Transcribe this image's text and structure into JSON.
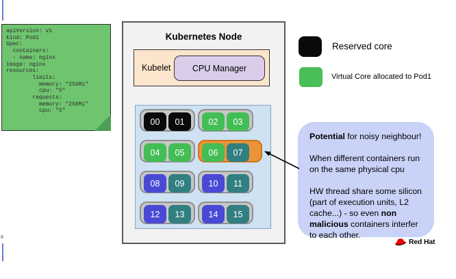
{
  "sticky_note": {
    "yaml": "apiVersion: v1\nkind: Pod1\nSpec:\n  containers:\n  - name: nginx\nimage: nginx\nresources:\n        limits:\n          memory: \"256Mi\"\n          cpu: \"5\"\n        requests:\n          memory: \"256Mi\"\n          cpu: \"5\"",
    "bg_color": "#6fc46f"
  },
  "node": {
    "title": "Kubernetes Node",
    "kubelet_label": "Kubelet",
    "cpu_manager_label": "CPU Manager"
  },
  "cpu_grid": {
    "core_colors": {
      "black": "#0a0a0a",
      "green": "#43bd55",
      "teal": "#317f81",
      "blue": "#4a49d6",
      "highlight": "#ec9339",
      "highlight_border": "#c9781f"
    },
    "rows": [
      [
        {
          "highlight": false,
          "cores": [
            {
              "id": "00",
              "color": "black"
            },
            {
              "id": "01",
              "color": "black"
            }
          ]
        },
        {
          "highlight": false,
          "cores": [
            {
              "id": "02",
              "color": "green"
            },
            {
              "id": "03",
              "color": "green"
            }
          ]
        }
      ],
      [
        {
          "highlight": false,
          "cores": [
            {
              "id": "04",
              "color": "green"
            },
            {
              "id": "05",
              "color": "green"
            }
          ]
        },
        {
          "highlight": true,
          "cores": [
            {
              "id": "06",
              "color": "green"
            },
            {
              "id": "07",
              "color": "teal"
            }
          ]
        }
      ],
      [
        {
          "highlight": false,
          "cores": [
            {
              "id": "08",
              "color": "blue"
            },
            {
              "id": "09",
              "color": "teal"
            }
          ]
        },
        {
          "highlight": false,
          "cores": [
            {
              "id": "10",
              "color": "blue"
            },
            {
              "id": "11",
              "color": "teal"
            }
          ]
        }
      ],
      [
        {
          "highlight": false,
          "cores": [
            {
              "id": "12",
              "color": "blue"
            },
            {
              "id": "13",
              "color": "teal"
            }
          ]
        },
        {
          "highlight": false,
          "cores": [
            {
              "id": "14",
              "color": "blue"
            },
            {
              "id": "15",
              "color": "teal"
            }
          ]
        }
      ]
    ]
  },
  "legend": {
    "items": [
      {
        "label": "Reserved core",
        "color": "#0a0a0a"
      },
      {
        "label": "Virtual Core allocated to Pod1",
        "color": "#4abe57"
      }
    ]
  },
  "bubble": {
    "bg_color": "#c9d3f7",
    "title_bold": "Potential",
    "title_rest": " for noisy neighbour!",
    "p1": "When different containers run on the same physical cpu",
    "p2_start": "HW thread share some silicon (part of execution units, L2 cache...) - so even ",
    "p2_bold": "non malicious",
    "p2_end": " containers interfer to each other."
  },
  "branding": {
    "label": "Red Hat",
    "hat_color": "#ee0000"
  }
}
